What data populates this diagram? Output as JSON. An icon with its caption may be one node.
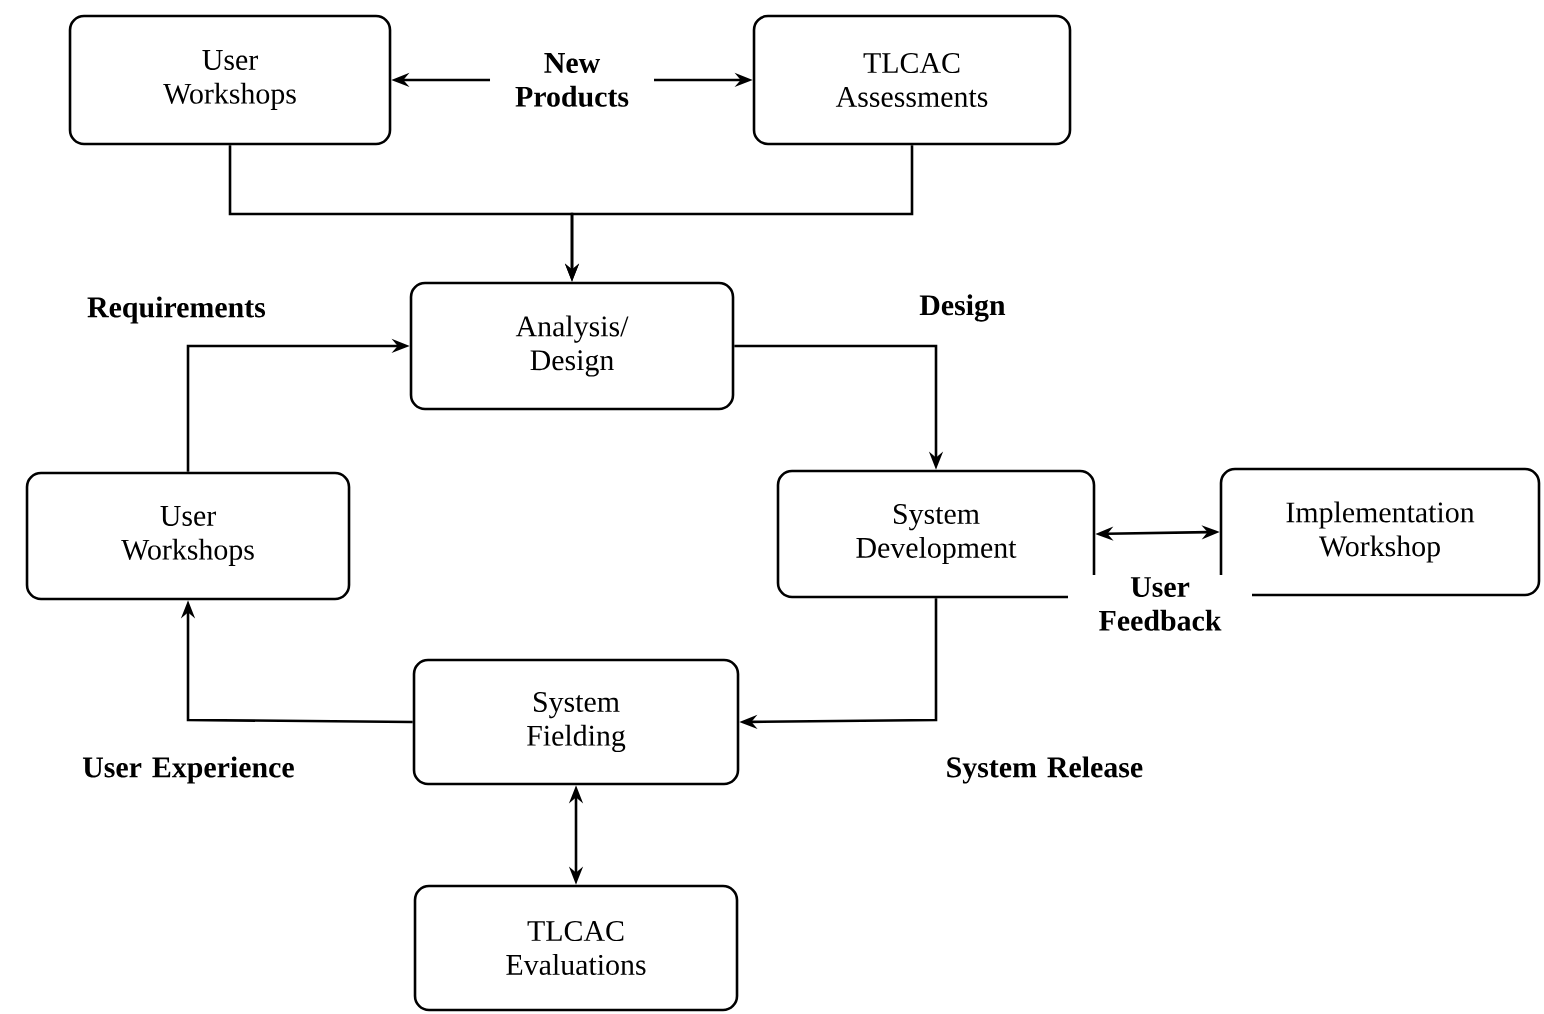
{
  "diagram": {
    "nodes": [
      {
        "text": [
          "User Workshops"
        ]
      },
      {
        "text": [
          "TLCAC Assessments"
        ]
      },
      {
        "text": [
          "Analysis/ Design"
        ]
      },
      {
        "text": [
          "User Workshops"
        ]
      },
      {
        "text": [
          "System Development"
        ]
      },
      {
        "text": [
          "Implementation Workshop"
        ]
      },
      {
        "text": [
          "System Fielding"
        ]
      },
      {
        "text": [
          "TLCAC Evaluations"
        ]
      }
    ],
    "edges": [
      {
        "from": 0,
        "to": 1,
        "arrow": "both",
        "label": "New Products"
      },
      {
        "from": 0,
        "to": 2,
        "arrow": "to"
      },
      {
        "from": 1,
        "to": 2,
        "arrow": "to"
      },
      {
        "from": 2,
        "to": 4,
        "arrow": "to",
        "label": "Design"
      },
      {
        "from": 4,
        "to": 5,
        "arrow": "both",
        "label": "User Feedback"
      },
      {
        "from": 4,
        "to": 6,
        "arrow": "to",
        "label": "System Release"
      },
      {
        "from": 6,
        "to": 3,
        "arrow": "to",
        "label": "User Experience"
      },
      {
        "from": 3,
        "to": 2,
        "arrow": "to",
        "label": "Requirements"
      },
      {
        "from": 6,
        "to": 7,
        "arrow": "both"
      }
    ]
  }
}
